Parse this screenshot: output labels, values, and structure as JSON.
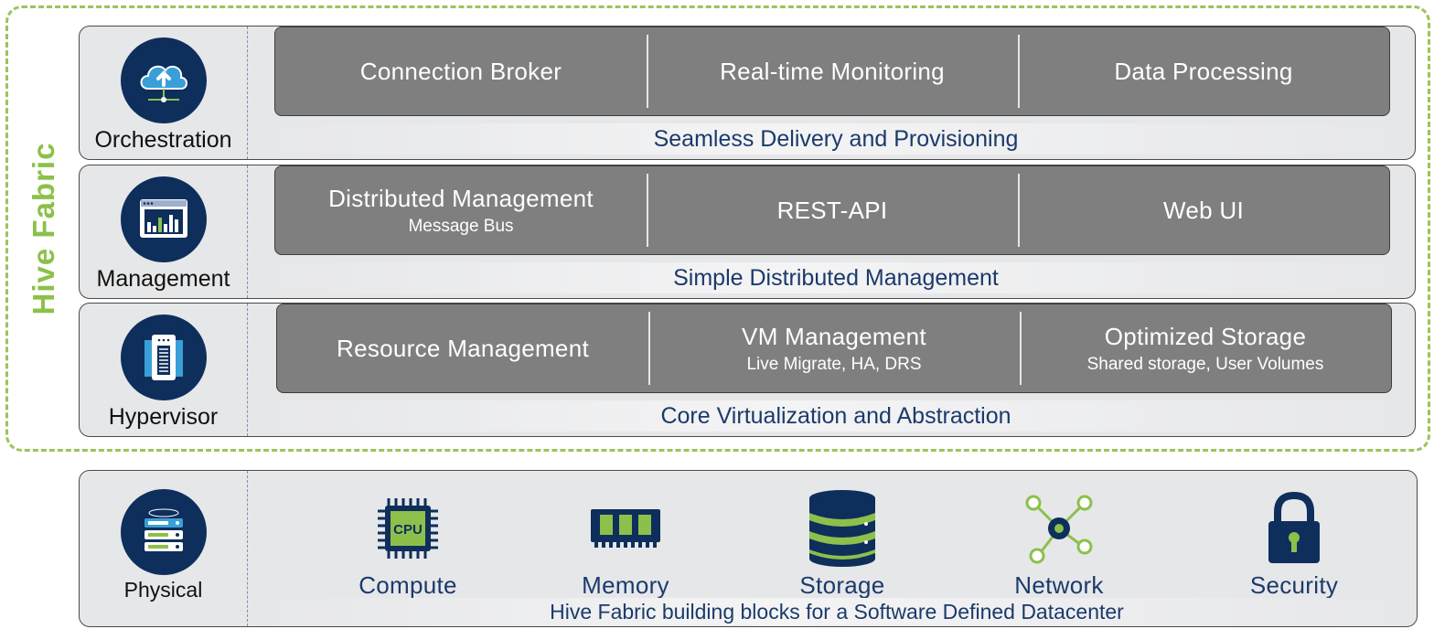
{
  "fabric": {
    "label": "Hive Fabric",
    "border_color": "#9bc45a",
    "label_color": "#8cc04b"
  },
  "layers": [
    {
      "name": "Orchestration",
      "icon": "cloud-upload-icon",
      "modules": [
        {
          "title": "Connection Broker",
          "subtitle": ""
        },
        {
          "title": "Real-time Monitoring",
          "subtitle": ""
        },
        {
          "title": "Data Processing",
          "subtitle": ""
        }
      ],
      "caption": "Seamless Delivery and Provisioning"
    },
    {
      "name": "Management",
      "icon": "dashboard-chart-icon",
      "modules": [
        {
          "title": "Distributed Management",
          "subtitle": "Message Bus"
        },
        {
          "title": "REST-API",
          "subtitle": ""
        },
        {
          "title": "Web UI",
          "subtitle": ""
        }
      ],
      "caption": "Simple Distributed Management"
    },
    {
      "name": "Hypervisor",
      "icon": "server-icon",
      "modules": [
        {
          "title": "Resource Management",
          "subtitle": ""
        },
        {
          "title": "VM Management",
          "subtitle": "Live Migrate, HA, DRS"
        },
        {
          "title": "Optimized Storage",
          "subtitle": "Shared storage, User Volumes"
        }
      ],
      "caption": "Core Virtualization and Abstraction"
    }
  ],
  "physical": {
    "name": "Physical",
    "icon": "server-rack-icon",
    "resources": [
      {
        "label": "Compute",
        "icon": "cpu-icon"
      },
      {
        "label": "Memory",
        "icon": "memory-icon"
      },
      {
        "label": "Storage",
        "icon": "database-icon"
      },
      {
        "label": "Network",
        "icon": "network-icon"
      },
      {
        "label": "Security",
        "icon": "lock-icon"
      }
    ],
    "caption": "Hive Fabric building blocks for a Software Defined Datacenter"
  },
  "colors": {
    "navy": "#0e2e5c",
    "green": "#8cc04b",
    "module_gray": "#7f7f7f",
    "caption_blue": "#1b3a6b",
    "panel_gray": "#e6e7e9"
  }
}
